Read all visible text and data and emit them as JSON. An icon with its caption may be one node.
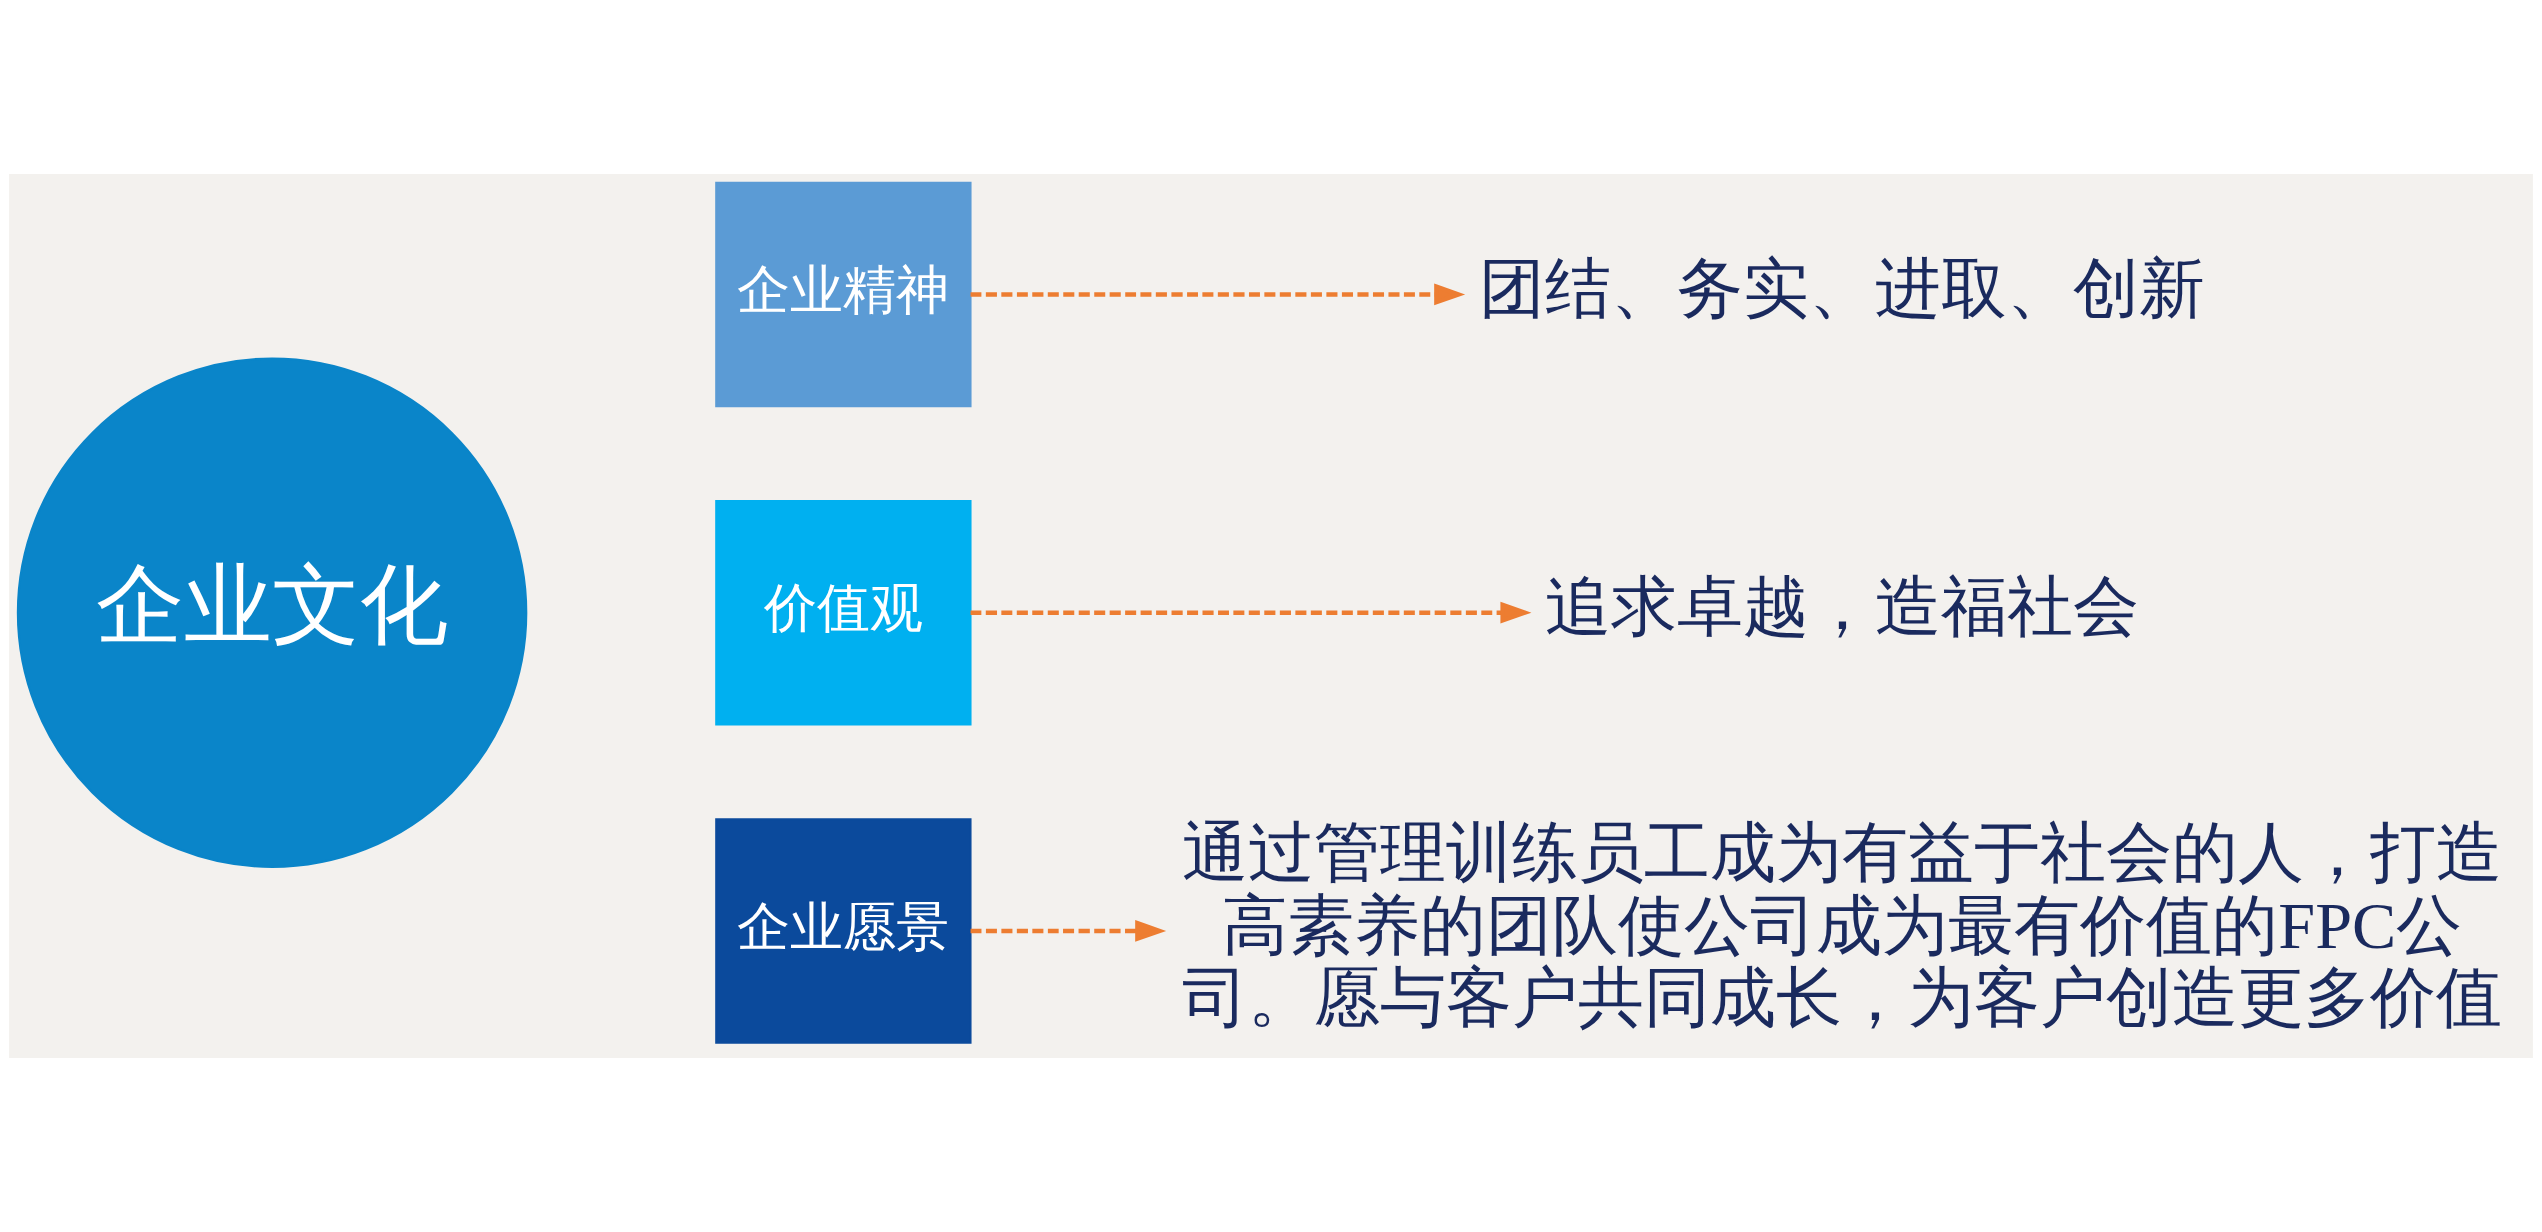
{
  "diagram": {
    "nodes": [
      {
        "text": [
          "企业文化"
        ]
      },
      {
        "text": [
          "企业精神"
        ]
      },
      {
        "text": [
          "价值观"
        ]
      },
      {
        "text": [
          "企业愿景"
        ]
      },
      {
        "text": [
          "团结、务实、进取、创新"
        ]
      },
      {
        "text": [
          "追求卓越，造福社会"
        ]
      },
      {
        "text": [
          "通过管理训练员工成为有益于社会的人，打造高素养的团队使公司成为最有价值的FPC公司。愿与客户共同成长，为客户创造更多价值"
        ]
      }
    ],
    "edges": [
      {
        "from": 1,
        "to": 4,
        "arrow": "to",
        "style": "dashed"
      },
      {
        "from": 2,
        "to": 5,
        "arrow": "to",
        "style": "dashed"
      },
      {
        "from": 3,
        "to": 6,
        "arrow": "to",
        "style": "dashed"
      }
    ]
  }
}
